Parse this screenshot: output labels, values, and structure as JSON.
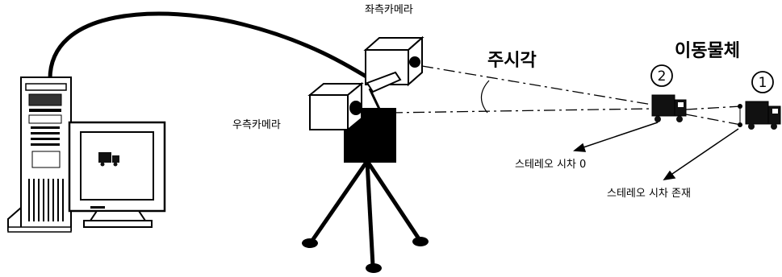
{
  "labels": {
    "left_camera": "좌측카메라",
    "right_camera": "우측카메라",
    "vergence_angle": "주시각",
    "moving_object": "이동물체",
    "marker_1": "①",
    "marker_2": "②",
    "disparity_zero": "스테레오 시차 0",
    "disparity_exists": "스테레오 시차 존재"
  },
  "colors": {
    "ink": "#000000",
    "paper": "#ffffff"
  },
  "icons": {
    "computer": "tower-computer-icon",
    "monitor": "crt-monitor-icon",
    "truck": "truck-icon",
    "camera": "camera-icon",
    "tripod": "tripod-icon"
  }
}
